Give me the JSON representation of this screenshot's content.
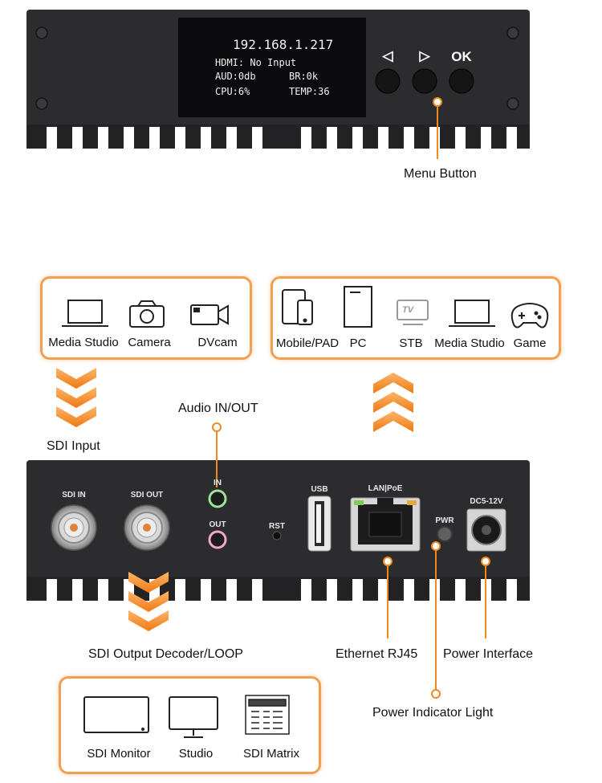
{
  "front_panel": {
    "screen": {
      "ip": "192.168.1.217",
      "hdmi": "HDMI: No Input",
      "aud": "AUD:0db",
      "br": "BR:0k",
      "cpu": "CPU:6%",
      "temp": "TEMP:36"
    },
    "buttons": {
      "left": "◁",
      "right": "▷",
      "ok": "OK"
    },
    "callout": "Menu Button"
  },
  "sources_box": {
    "items": [
      "Media Studio",
      "Camera",
      "DVcam"
    ]
  },
  "sdi_input_label": "SDI Input",
  "streams_box": {
    "items": [
      "Mobile/PAD",
      "PC",
      "STB",
      "Media Studio",
      "Game"
    ],
    "stb_badge": "TV"
  },
  "rear_panel": {
    "ports": {
      "sdi_in": "SDI IN",
      "sdi_out": "SDI OUT",
      "audio_in": "IN",
      "audio_out": "OUT",
      "rst": "RST",
      "usb": "USB",
      "lan": "LAN|PoE",
      "pwr": "PWR",
      "dc": "DC5-12V"
    }
  },
  "callouts": {
    "audio": "Audio IN/OUT",
    "sdi_output": "SDI Output Decoder/LOOP",
    "ethernet": "Ethernet RJ45",
    "power_interface": "Power Interface",
    "power_light": "Power Indicator Light"
  },
  "outputs_box": {
    "items": [
      "SDI Monitor",
      "Studio",
      "SDI Matrix"
    ]
  },
  "colors": {
    "accent": "#f08a1e",
    "device": "#2b2b2d"
  }
}
